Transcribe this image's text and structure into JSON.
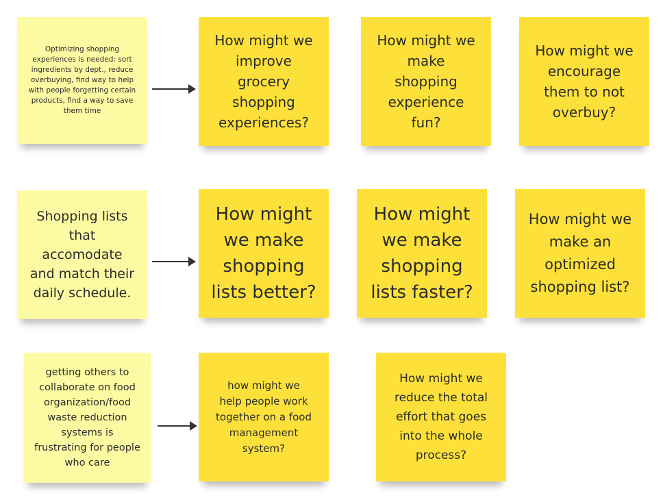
{
  "board": {
    "rows": [
      {
        "insight": "Optimizing shopping experiences is needed: sort ingredients by dept., reduce overbuying, find way to help with people forgetting certain products, find a way to save them time",
        "questions": [
          "How might we improve grocery shopping experiences?",
          "How might we make shopping experience fun?",
          "How might we encourage them to not overbuy?"
        ]
      },
      {
        "insight": "Shopping lists that accomodate and match their daily schedule.",
        "questions": [
          "How might we make shopping lists better?",
          "How might we make shopping lists faster?",
          "How might we make an optimized shopping list?"
        ]
      },
      {
        "insight": "getting others to collaborate on food organization/food waste reduction systems is frustrating for people who care",
        "questions": [
          "how might we help people work together on a food management system?",
          "How might we reduce the total effort that goes into the whole process?"
        ]
      }
    ]
  },
  "colors": {
    "insight_note": "#fdfaa4",
    "question_note": "#fde13a",
    "arrow": "#333333"
  }
}
